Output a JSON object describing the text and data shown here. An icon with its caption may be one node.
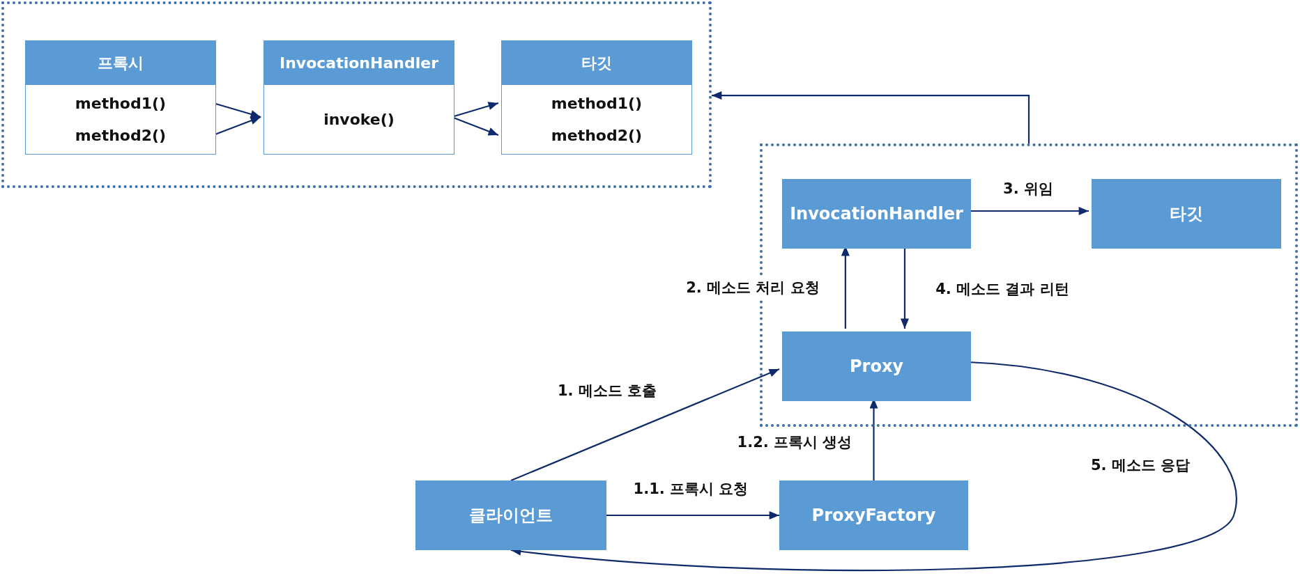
{
  "diagram": {
    "nodes": [
      {
        "text": [],
        "shape": "box"
      },
      {
        "text": [
          "프록시",
          "method1()",
          "method2()"
        ],
        "in": 0
      },
      {
        "text": [
          "InvocationHandler",
          "invoke()"
        ],
        "in": 0
      },
      {
        "text": [
          "타깃",
          "method1()",
          "method2()"
        ],
        "in": 0
      },
      {
        "text": [],
        "shape": "box"
      },
      {
        "text": [
          "InvocationHandler"
        ],
        "in": 4
      },
      {
        "text": [
          "타깃"
        ],
        "in": 4
      },
      {
        "text": [
          "Proxy"
        ],
        "in": 4
      },
      {
        "text": [
          "ProxyFactory"
        ]
      },
      {
        "text": [
          "클라이언트"
        ]
      }
    ],
    "edges": [
      {
        "from": 1,
        "to": 2,
        "arrow": "to"
      },
      {
        "from": 1,
        "to": 2,
        "arrow": "to"
      },
      {
        "from": 2,
        "to": 3,
        "arrow": "to"
      },
      {
        "from": 2,
        "to": 3,
        "arrow": "to"
      },
      {
        "from": 4,
        "to": 0,
        "arrow": "to"
      },
      {
        "from": 9,
        "to": 8,
        "arrow": "to",
        "label": "1.1. 프록시 요청"
      },
      {
        "from": 8,
        "to": 7,
        "arrow": "to",
        "label": "1.2. 프록시 생성"
      },
      {
        "from": 9,
        "to": 7,
        "arrow": "to",
        "label": "1. 메소드 호출"
      },
      {
        "from": 7,
        "to": 5,
        "arrow": "to",
        "label": "2. 메소드 처리 요청"
      },
      {
        "from": 5,
        "to": 6,
        "arrow": "to",
        "label": "3. 위임"
      },
      {
        "from": 5,
        "to": 7,
        "arrow": "to",
        "label": "4. 메소드 결과 리턴"
      },
      {
        "from": 7,
        "to": 9,
        "arrow": "to",
        "label": "5. 메소드 응답"
      }
    ]
  }
}
